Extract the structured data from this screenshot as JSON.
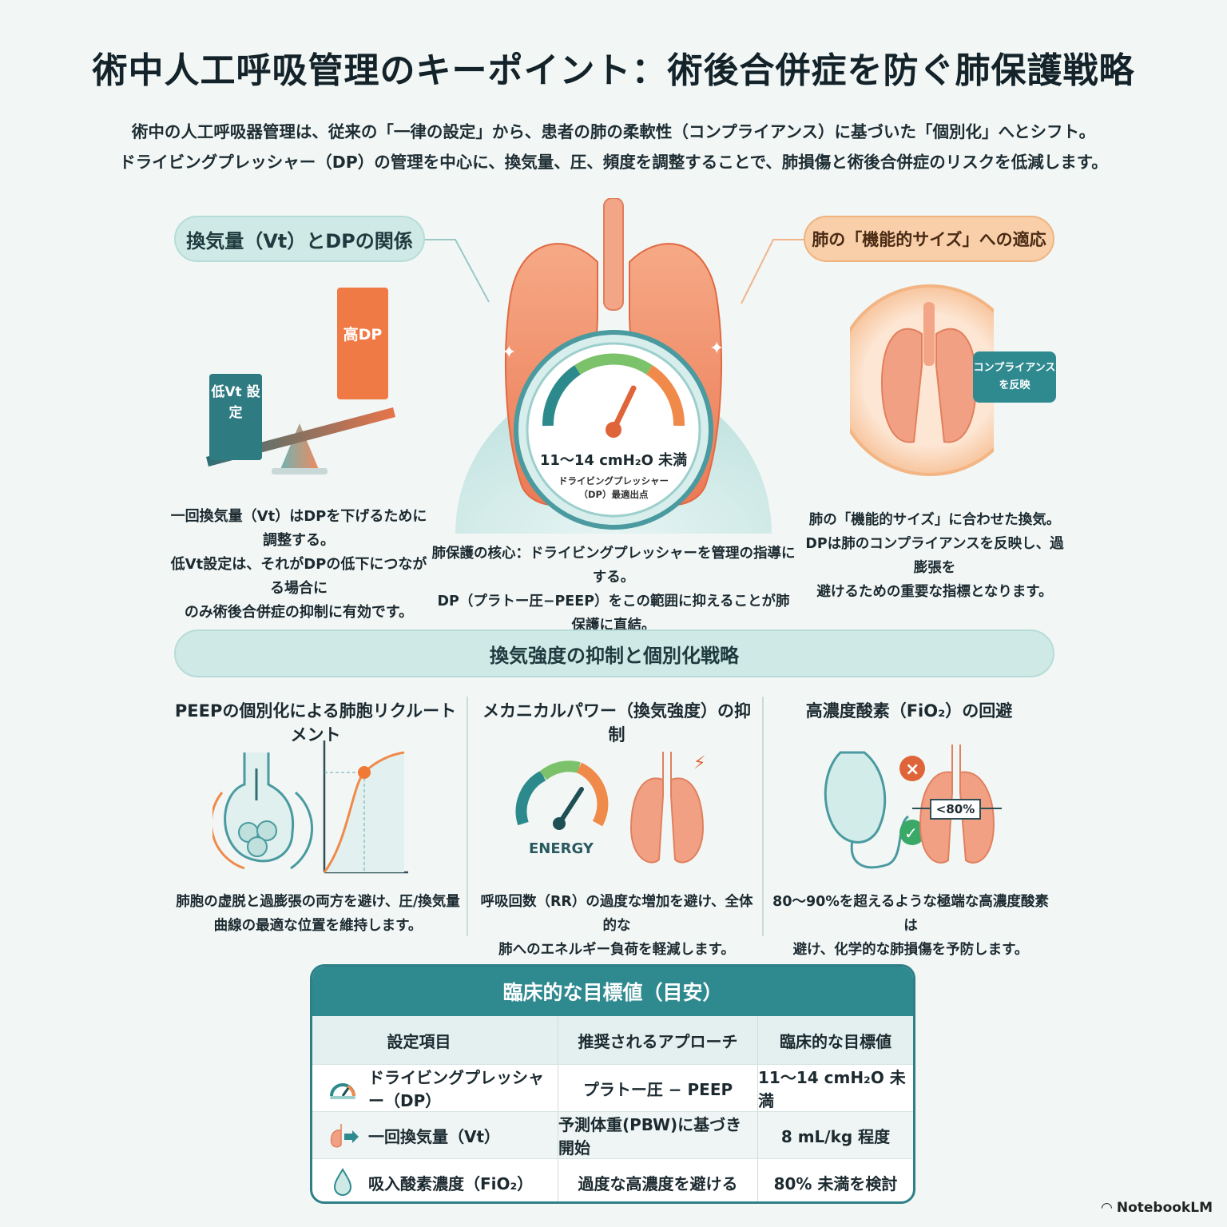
{
  "title": "術中人工呼吸管理のキーポイント：術後合併症を防ぐ肺保護戦略",
  "intro": [
    "術中の人工呼吸器管理は、従来の「一律の設定」から、患者の肺の柔軟性（コンプライアンス）に基づいた「個別化」へとシフト。",
    "ドライビングプレッシャー（DP）の管理を中心に、換気量、圧、頻度を調整することで、肺損傷と術後合併症のリスクを低減します。"
  ],
  "left_panel": {
    "heading": "換気量（Vt）とDPの関係",
    "seesaw_low": "低Vt 設定",
    "seesaw_high": "高DP",
    "caption": [
      "一回換気量（Vt）はDPを下げるために調整する。",
      "低Vt設定は、それがDPの低下につながる場合に",
      "のみ術後合併症の抑制に有効です。"
    ]
  },
  "center_panel": {
    "gauge_value": "11〜14 cmH₂O 未満",
    "gauge_label_1": "ドライビングプレッシャー",
    "gauge_label_2": "（DP）最適出点",
    "caption": [
      "肺保護の核心：ドライビングプレッシャーを管理の指導にする。",
      "DP（プラトー圧−PEEP）をこの範囲に抑えることが肺保護に直結。"
    ]
  },
  "right_panel": {
    "heading": "肺の「機能的サイズ」への適応",
    "callout": [
      "コンプライアンス",
      "を反映"
    ],
    "caption": [
      "肺の「機能的サイズ」に合わせた換気。",
      "DPは肺のコンプライアンスを反映し、過膨張を",
      "避けるための重要な指標となります。"
    ]
  },
  "strategy": {
    "heading": "換気強度の抑制と個別化戦略",
    "items": [
      {
        "title": "PEEPの個別化による肺胞リクルートメント",
        "caption": [
          "肺胞の虚脱と過膨張の両方を避け、圧/換気量",
          "曲線の最適な位置を維持します。"
        ]
      },
      {
        "title": "メカニカルパワー（換気強度）の抑制",
        "energy": "ENERGY",
        "caption": [
          "呼吸回数（RR）の過度な増加を避け、全体的な",
          "肺へのエネルギー負荷を軽減します。"
        ]
      },
      {
        "title": "高濃度酸素（FiO₂）の回避",
        "badge": "<80%",
        "caption": [
          "80〜90%を超えるような極端な高濃度酸素は",
          "避け、化学的な肺損傷を予防します。"
        ]
      }
    ]
  },
  "table": {
    "title": "臨床的な目標値（目安）",
    "headers": [
      "設定項目",
      "推奨されるアプローチ",
      "臨床的な目標値"
    ],
    "rows": [
      {
        "icon": "gauge-icon",
        "item": "ドライビングプレッシャー（DP）",
        "approach": "プラトー圧 − PEEP",
        "target": "11〜14 cmH₂O 未満"
      },
      {
        "icon": "lung-arrow-icon",
        "item": "一回換気量（Vt）",
        "approach": "予測体重(PBW)に基づき開始",
        "target": "8 mL/kg 程度"
      },
      {
        "icon": "droplet-icon",
        "item": "吸入酸素濃度（FiO₂）",
        "approach": "過度な高濃度を避ける",
        "target": "80% 未満を検討"
      }
    ]
  },
  "brand": "NotebookLM",
  "colors": {
    "teal": "#2f8a90",
    "teal_light": "#cfe9e6",
    "orange": "#f08050",
    "orange_light": "#f8cfa8",
    "background": "#f2f7f6"
  }
}
